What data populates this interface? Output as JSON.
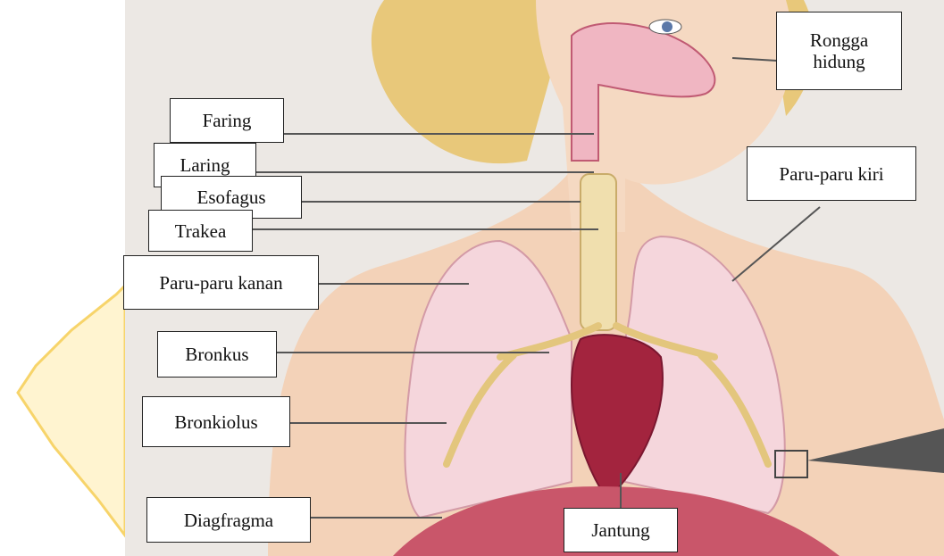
{
  "labels": {
    "rongga_hidung": "Rongga\nhidung",
    "faring": "Faring",
    "laring": "Laring",
    "esofagus": "Esofagus",
    "trakea": "Trakea",
    "paru_kanan": "Paru-paru kanan",
    "paru_kiri": "Paru-paru kiri",
    "bronkus": "Bronkus",
    "bronkiolus": "Bronkiolus",
    "diafragma": "Diagfragma",
    "jantung": "Jantung"
  },
  "colors": {
    "skin": "#f3d2b8",
    "hair": "#e8c87a",
    "lung": "#f5d6dc",
    "airway": "#f0dfae",
    "heart": "#a3243e",
    "diaphragm": "#c9566a",
    "watermark": "#f7d46a"
  }
}
